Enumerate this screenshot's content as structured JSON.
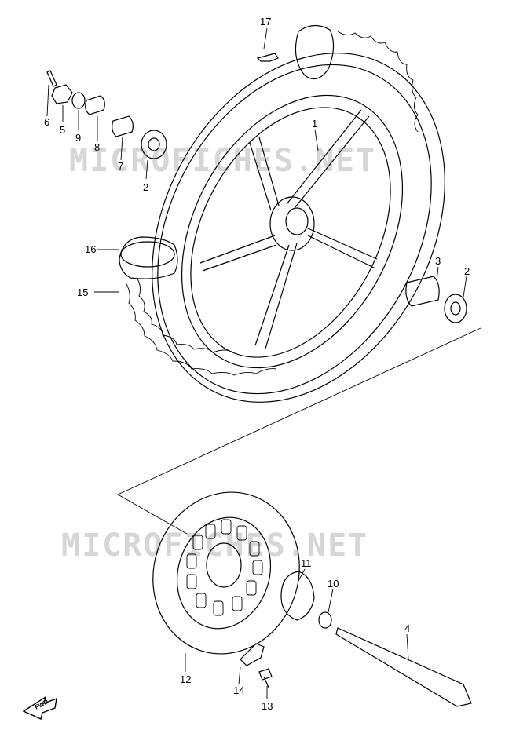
{
  "watermark": "MICROFICHES.NET",
  "fwd_label": "FWD",
  "callouts": {
    "c1": "1",
    "c2a": "2",
    "c2b": "2",
    "c3": "3",
    "c4": "4",
    "c5": "5",
    "c6": "6",
    "c7": "7",
    "c8": "8",
    "c9": "9",
    "c10": "10",
    "c11": "11",
    "c12": "12",
    "c13": "13",
    "c14": "14",
    "c15": "15",
    "c16": "16",
    "c17": "17"
  }
}
